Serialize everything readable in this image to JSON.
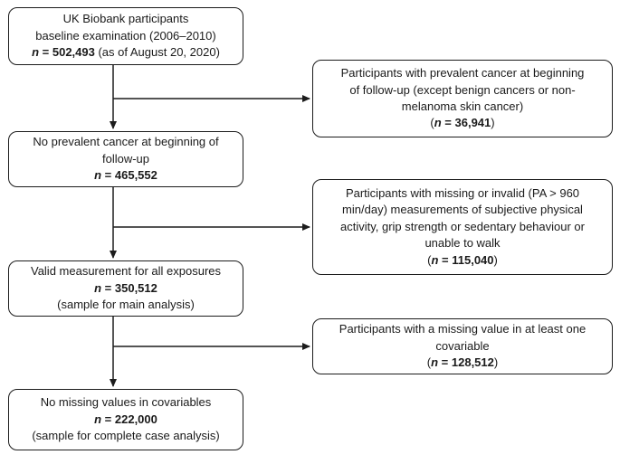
{
  "page": {
    "background_color": "#ffffff",
    "line_color": "#1c1c1c"
  },
  "boxes": {
    "baseline": {
      "line1": "UK Biobank participants",
      "line2": "baseline examination (2006–2010)",
      "n_label": "n",
      "n_value": " = 502,493",
      "n_suffix": " (as of August 20, 2020)"
    },
    "no_prevalent_cancer": {
      "line1": "No prevalent cancer at beginning of",
      "line2": "follow-up",
      "n_label": "n",
      "n_value": " = 465,552"
    },
    "valid_measurement": {
      "line1": "Valid measurement for all exposures",
      "n_label": "n",
      "n_value": " = 350,512",
      "line3": "(sample for main analysis)"
    },
    "no_missing_covariables": {
      "line1": "No missing values in covariables",
      "n_label": "n",
      "n_value": " = 222,000",
      "line3": "(sample for complete case analysis)"
    },
    "excluded_prevalent_cancer": {
      "line1": "Participants with prevalent cancer at beginning",
      "line2": "of follow-up (except benign cancers or non-",
      "line3": "melanoma skin cancer)",
      "paren_open": "(",
      "n_label": "n",
      "n_value": " = 36,941",
      "paren_close": ")"
    },
    "excluded_invalid_measurements": {
      "line1": "Participants with missing or invalid (PA > 960",
      "line2": "min/day) measurements of subjective physical",
      "line3": "activity, grip strength or sedentary behaviour or",
      "line4": "unable to walk",
      "paren_open": "(",
      "n_label": "n",
      "n_value": " = 115,040",
      "paren_close": ")"
    },
    "excluded_missing_covariable": {
      "line1": "Participants with a missing value in at least one",
      "line2": "covariable",
      "paren_open": "(",
      "n_label": "n",
      "n_value": " = 128,512",
      "paren_close": ")"
    }
  }
}
